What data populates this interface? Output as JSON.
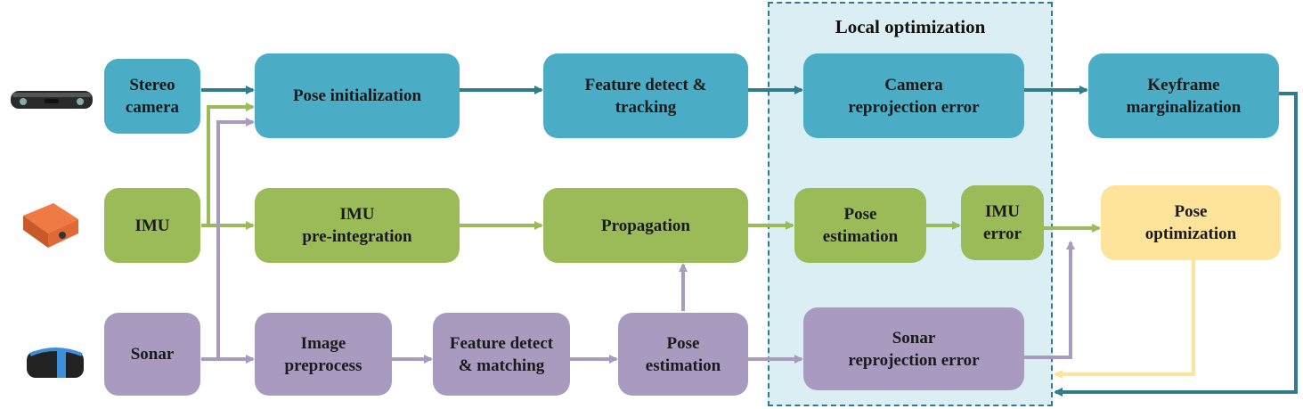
{
  "region": {
    "title": "Local optimization"
  },
  "nodes": {
    "stereo_camera": [
      "Stereo",
      "camera"
    ],
    "pose_init": [
      "Pose initialization"
    ],
    "feature_track": [
      "Feature detect &",
      "tracking"
    ],
    "camera_reproj": [
      "Camera",
      "reprojection error"
    ],
    "keyframe_marg": [
      "Keyframe",
      "marginalization"
    ],
    "imu": [
      "IMU"
    ],
    "imu_preint": [
      "IMU",
      "pre-integration"
    ],
    "propagation": [
      "Propagation"
    ],
    "pose_est_local": [
      "Pose",
      "estimation"
    ],
    "imu_error": [
      "IMU",
      "error"
    ],
    "pose_opt": [
      "Pose",
      "optimization"
    ],
    "sonar": [
      "Sonar"
    ],
    "image_preprocess": [
      "Image",
      "preprocess"
    ],
    "feature_match": [
      "Feature detect",
      "& matching"
    ],
    "pose_est_sonar": [
      "Pose",
      "estimation"
    ],
    "sonar_reproj": [
      "Sonar",
      "reprojection error"
    ]
  },
  "colors": {
    "camera_flow": "#2f7c8c",
    "imu_flow": "#9bbb59",
    "sonar_flow": "#a99bc0",
    "pose_opt_flow": "#fde49a"
  },
  "icons": {
    "stereo_camera": "stereo-camera-device-icon",
    "imu": "imu-sensor-device-icon",
    "sonar": "sonar-device-icon"
  }
}
